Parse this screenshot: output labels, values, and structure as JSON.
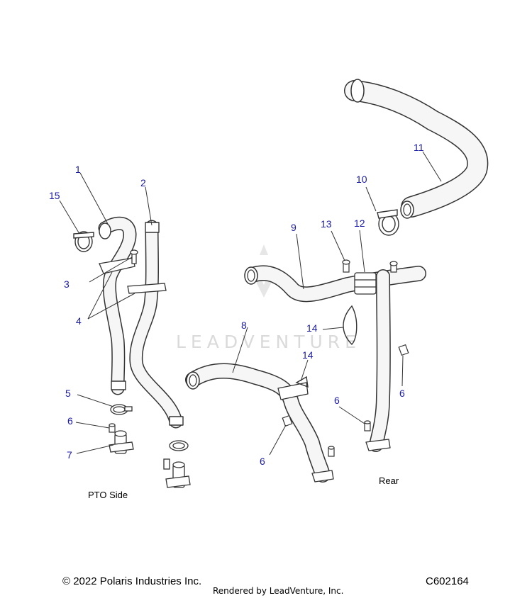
{
  "diagram": {
    "callouts": [
      {
        "id": "c1",
        "text": "1"
      },
      {
        "id": "c2",
        "text": "2"
      },
      {
        "id": "c3",
        "text": "3"
      },
      {
        "id": "c4",
        "text": "4"
      },
      {
        "id": "c5",
        "text": "5"
      },
      {
        "id": "c6a",
        "text": "6"
      },
      {
        "id": "c6b",
        "text": "6"
      },
      {
        "id": "c6c",
        "text": "6"
      },
      {
        "id": "c6d",
        "text": "6"
      },
      {
        "id": "c7",
        "text": "7"
      },
      {
        "id": "c8",
        "text": "8"
      },
      {
        "id": "c9",
        "text": "9"
      },
      {
        "id": "c10",
        "text": "10"
      },
      {
        "id": "c11",
        "text": "11"
      },
      {
        "id": "c12",
        "text": "12"
      },
      {
        "id": "c13",
        "text": "13"
      },
      {
        "id": "c14a",
        "text": "14"
      },
      {
        "id": "c14b",
        "text": "14"
      },
      {
        "id": "c15",
        "text": "15"
      }
    ],
    "notes": {
      "pto_side": "PTO Side",
      "rear": "Rear"
    },
    "watermark": "LEADVENTURE",
    "accent_color": "#1a1aa6"
  },
  "footer": {
    "copyright": "© 2022 Polaris Industries Inc.",
    "rendered_by": "Rendered by LeadVenture, Inc.",
    "diagram_code": "C602164"
  }
}
